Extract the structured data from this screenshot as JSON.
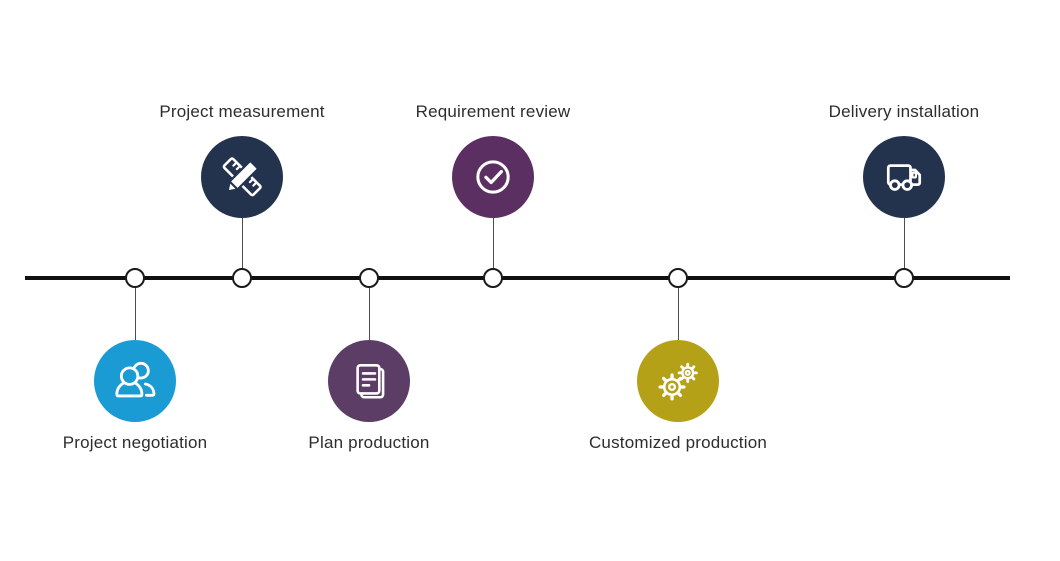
{
  "diagram": {
    "background": "#ffffff",
    "timeline_color": "#111111",
    "node_fill": "#ffffff",
    "node_border": "#1a1a1a",
    "connector_color": "#4d4d4d",
    "label_color": "#2d2d2d",
    "icon_stroke_color": "#ffffff",
    "steps": [
      {
        "label": "Project negotiation",
        "icon": "users-icon",
        "color": "#1B9BD4",
        "position": "below"
      },
      {
        "label": "Project measurement",
        "icon": "ruler-pencil-icon",
        "color": "#23334E",
        "position": "above"
      },
      {
        "label": "Plan production",
        "icon": "document-icon",
        "color": "#5C3D66",
        "position": "below"
      },
      {
        "label": "Requirement review",
        "icon": "check-circle-icon",
        "color": "#5B2F62",
        "position": "above"
      },
      {
        "label": "Customized production",
        "icon": "gears-icon",
        "color": "#B5A118",
        "position": "below"
      },
      {
        "label": "Delivery installation",
        "icon": "truck-icon",
        "color": "#23334E",
        "position": "above"
      }
    ]
  }
}
